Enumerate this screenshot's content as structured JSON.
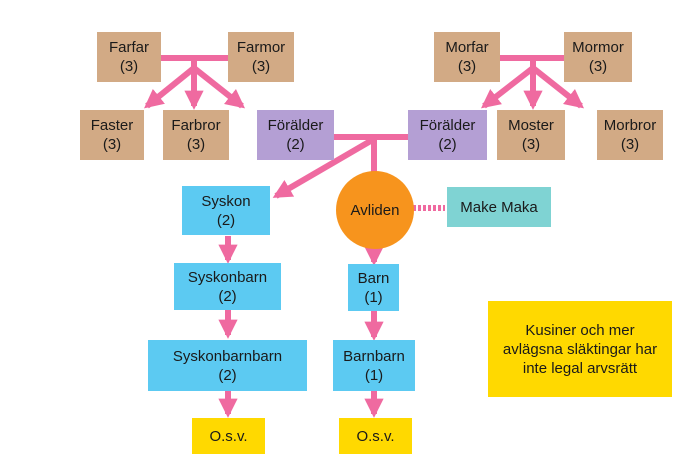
{
  "nodes": {
    "farfar": {
      "name": "Farfar",
      "share": "(3)"
    },
    "farmor": {
      "name": "Farmor",
      "share": "(3)"
    },
    "morfar": {
      "name": "Morfar",
      "share": "(3)"
    },
    "mormor": {
      "name": "Mormor",
      "share": "(3)"
    },
    "faster": {
      "name": "Faster",
      "share": "(3)"
    },
    "farbror": {
      "name": "Farbror",
      "share": "(3)"
    },
    "moster": {
      "name": "Moster",
      "share": "(3)"
    },
    "morbror": {
      "name": "Morbror",
      "share": "(3)"
    },
    "parent_left": {
      "name": "Förälder",
      "share": "(2)"
    },
    "parent_right": {
      "name": "Förälder",
      "share": "(2)"
    },
    "syskon": {
      "name": "Syskon",
      "share": "(2)"
    },
    "syskonbarn": {
      "name": "Syskonbarn",
      "share": "(2)"
    },
    "syskonbarnbarn": {
      "name": "Syskonbarnbarn",
      "share": "(2)"
    },
    "avliden": {
      "name": "Avliden"
    },
    "make_maka": {
      "name": "Make Maka"
    },
    "barn": {
      "name": "Barn",
      "share": "(1)"
    },
    "barnbarn": {
      "name": "Barnbarn",
      "share": "(1)"
    },
    "osv_left": {
      "name": "O.s.v."
    },
    "osv_right": {
      "name": "O.s.v."
    }
  },
  "note": "Kusiner och mer avlägsna släktingar har inte legal arvsrätt",
  "colors": {
    "connector": "#ef6aa0",
    "grandparent": "#d2aa85",
    "parent": "#b49fd4",
    "descendant": "#5ccaf2",
    "deceased": "#f7941d",
    "spouse": "#7fd3d3",
    "note": "#ffd900"
  }
}
